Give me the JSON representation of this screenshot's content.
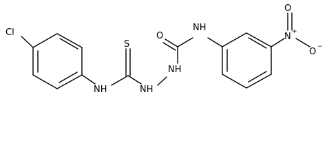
{
  "molecule": {
    "atoms": {
      "chlorine": "Cl",
      "thione_sulfur": "S",
      "thiourea_nh": "NH",
      "hydrazine_nh_1": "NH",
      "hydrazine_nh_2": "NH",
      "carbonyl_oxygen": "O",
      "urea_nh": "NH",
      "nitro_nitrogen": "N",
      "nitro_n_charge": "+",
      "nitro_oxygen_top": "O",
      "nitro_oxygen_right": "O",
      "nitro_o_charge": "−"
    }
  }
}
